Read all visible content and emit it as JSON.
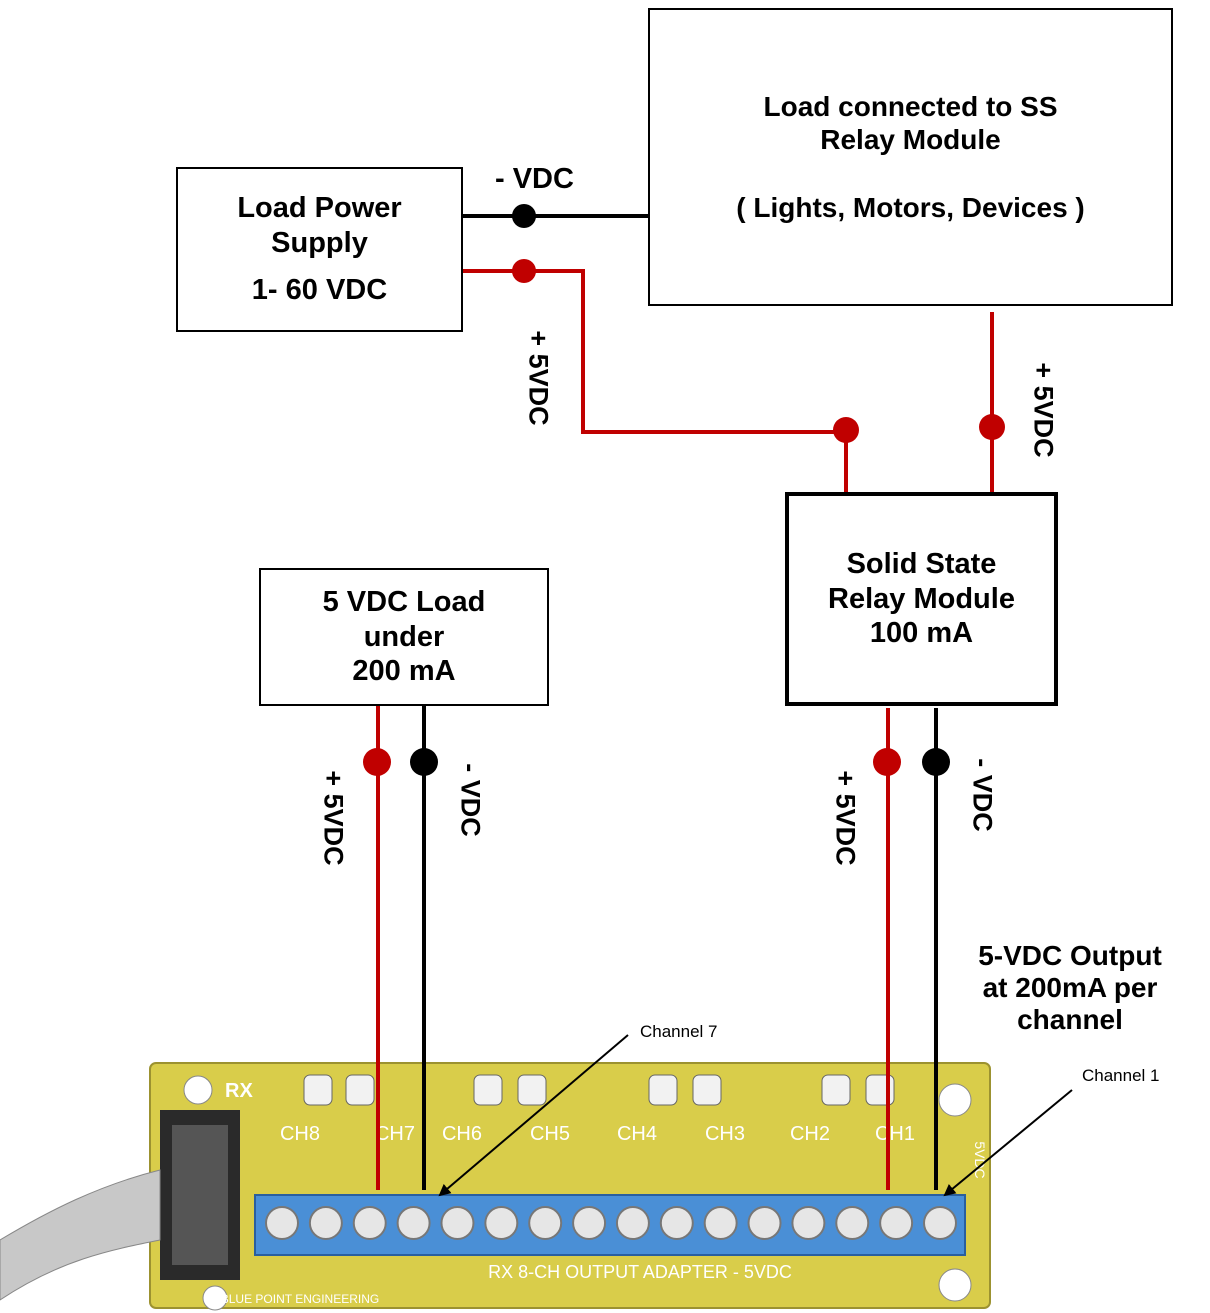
{
  "colors": {
    "positive_wire": "#c00000",
    "negative_wire": "#000000",
    "board": "#d9cd4a",
    "terminal_block": "#4a8fd6"
  },
  "boxes": {
    "load_module": {
      "lines": [
        "Load connected to SS",
        "Relay Module",
        "",
        "( Lights, Motors, Devices )"
      ]
    },
    "power_supply": {
      "lines": [
        "Load Power",
        "Supply",
        "",
        "1- 60 VDC"
      ]
    },
    "ssr_module": {
      "lines": [
        "Solid State",
        "Relay Module",
        "100 mA"
      ]
    },
    "five_v_load": {
      "lines": [
        "5 VDC Load",
        "under",
        "200 mA"
      ]
    }
  },
  "labels": {
    "top_neg": "- VDC",
    "supply_pos": "+ 5VDC",
    "load_pos": "+ 5VDC",
    "left_pos": "+ 5VDC",
    "left_neg": "- VDC",
    "right_pos": "+ 5VDC",
    "right_neg": "- VDC",
    "output_note": [
      "5-VDC Output",
      "at 200mA per",
      "channel"
    ],
    "channel7": "Channel 7",
    "channel1": "Channel 1"
  },
  "board": {
    "top_label": "RX",
    "channel_labels": [
      "CH8",
      "CH7",
      "CH6",
      "CH5",
      "CH4",
      "CH3",
      "CH2",
      "CH1"
    ],
    "side_label": "5VDC",
    "bottom_text": "RX 8-CH OUTPUT ADAPTER - 5VDC",
    "maker_text": "BLUE POINT ENGINEERING"
  }
}
